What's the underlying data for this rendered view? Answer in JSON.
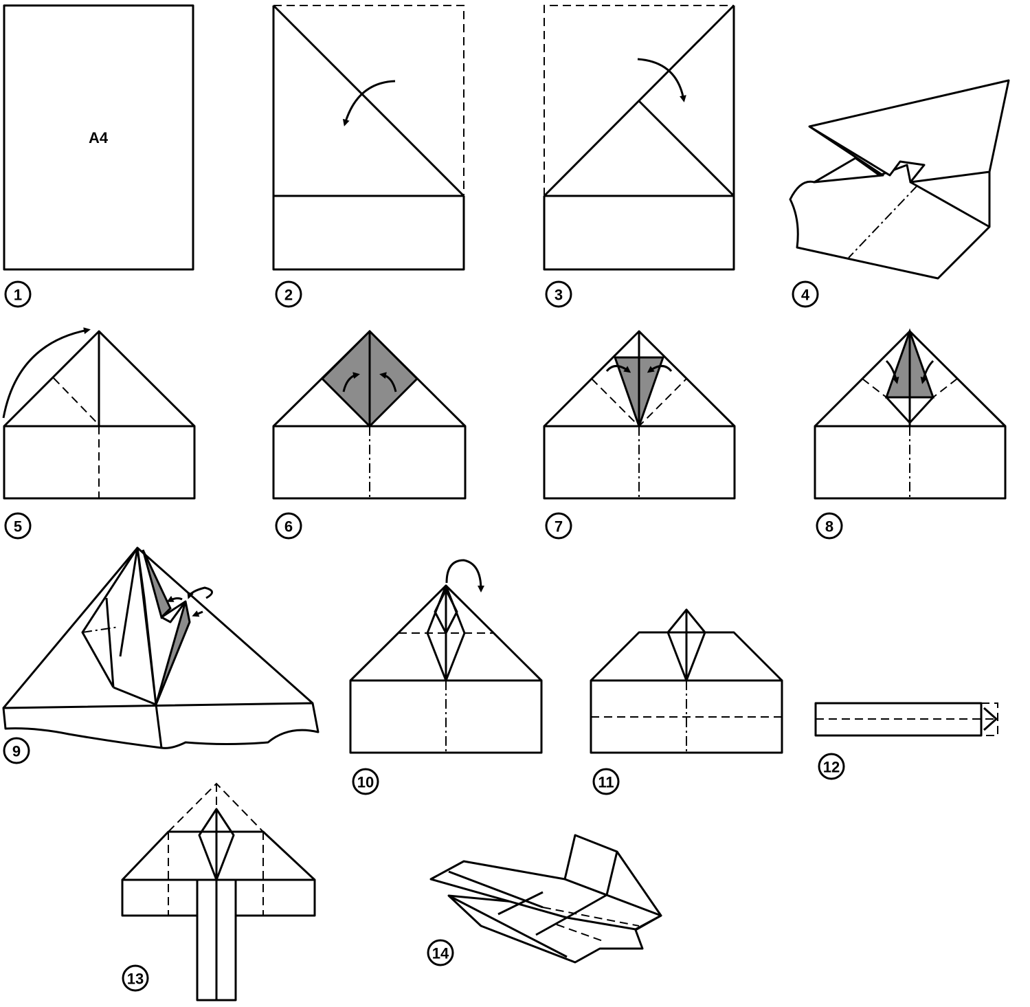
{
  "diagram": {
    "paper_label": "A4",
    "steps": [
      "1",
      "2",
      "3",
      "4",
      "5",
      "6",
      "7",
      "8",
      "9",
      "10",
      "11",
      "12",
      "13",
      "14"
    ],
    "shade_color": "#8c8c8c"
  }
}
